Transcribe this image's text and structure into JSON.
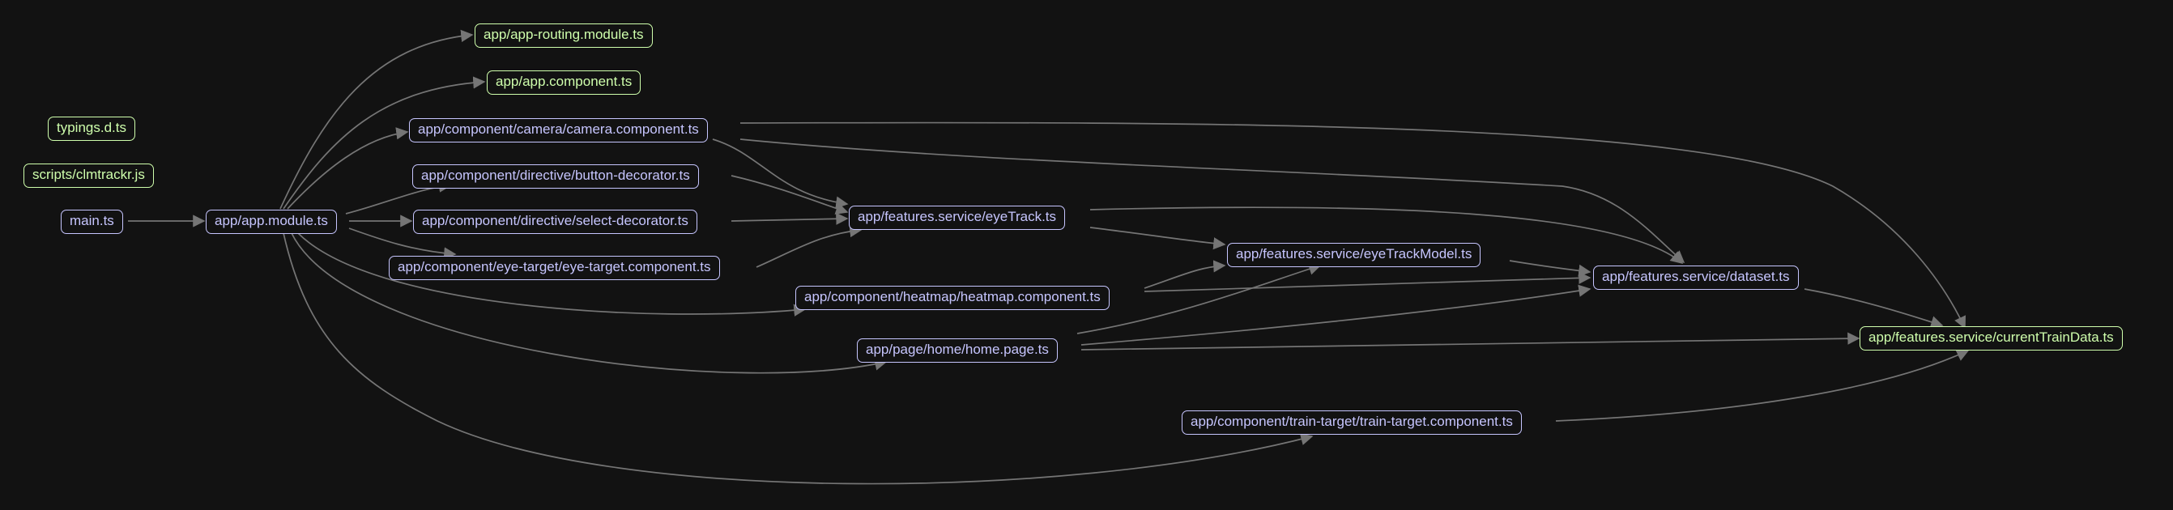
{
  "palette": {
    "background": "#121212",
    "node_text": "#c6c5fe",
    "leaf_node_text": "#cfffac",
    "edge": "#757575"
  },
  "nodes": {
    "app_routing": "app/app-routing.module.ts",
    "app_component": "app/app.component.ts",
    "typings": "typings.d.ts",
    "clmtrackr": "scripts/clmtrackr.js",
    "main": "main.ts",
    "app_module": "app/app.module.ts",
    "camera": "app/component/camera/camera.component.ts",
    "button_decorator": "app/component/directive/button-decorator.ts",
    "select_decorator": "app/component/directive/select-decorator.ts",
    "eye_target": "app/component/eye-target/eye-target.component.ts",
    "heatmap": "app/component/heatmap/heatmap.component.ts",
    "home_page": "app/page/home/home.page.ts",
    "train_target": "app/component/train-target/train-target.component.ts",
    "eyetrack": "app/features.service/eyeTrack.ts",
    "eyetrack_model": "app/features.service/eyeTrackModel.ts",
    "dataset": "app/features.service/dataset.ts",
    "current_train_data": "app/features.service/currentTrainData.ts"
  }
}
